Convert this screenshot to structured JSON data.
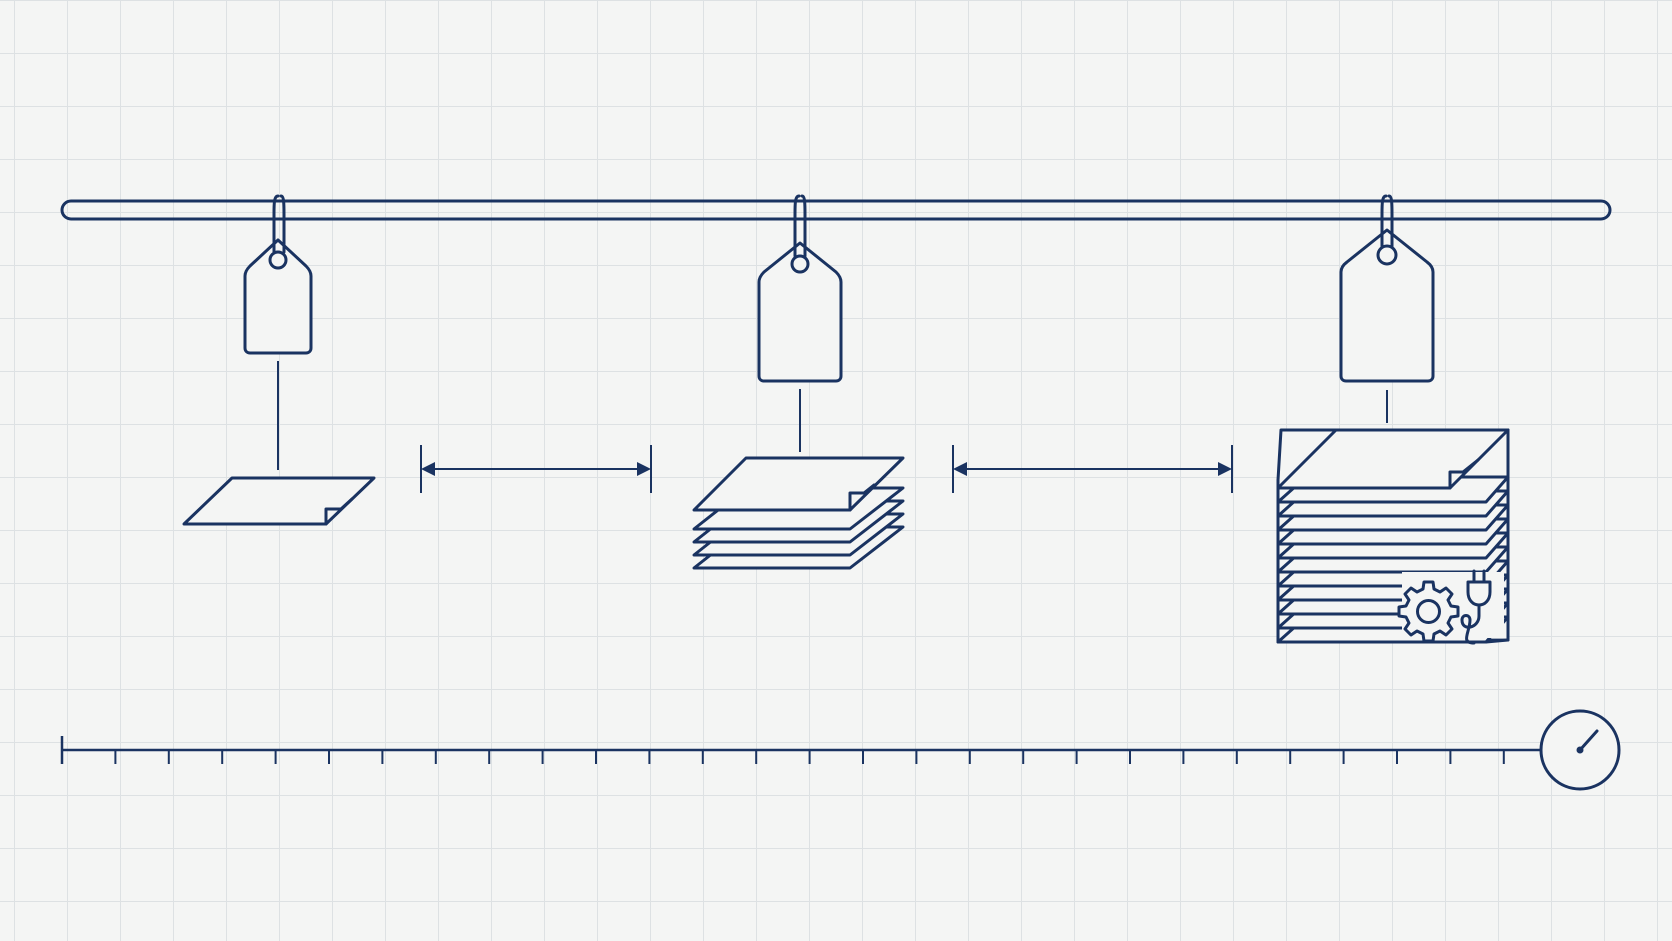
{
  "colors": {
    "background": "#f4f5f4",
    "grid": "#dde1e3",
    "ink": "#1a3361"
  },
  "diagram": {
    "rail": {
      "icon": "hanging-rail"
    },
    "stages": [
      {
        "tag_icon": "price-tag-icon",
        "item_icon": "single-sheet-icon",
        "sheets": 1
      },
      {
        "tag_icon": "price-tag-icon",
        "item_icon": "sheet-stack-icon",
        "sheets": 5
      },
      {
        "tag_icon": "price-tag-icon",
        "item_icon": "document-bundle-icon",
        "sheets": 12,
        "extras": [
          "gear-icon",
          "plug-icon"
        ]
      }
    ],
    "gaps": [
      {
        "icon": "double-arrow-icon"
      },
      {
        "icon": "double-arrow-icon"
      }
    ],
    "timeline": {
      "icon": "timeline-ruler",
      "ticks": 28,
      "end_icon": "stopwatch-icon"
    }
  }
}
